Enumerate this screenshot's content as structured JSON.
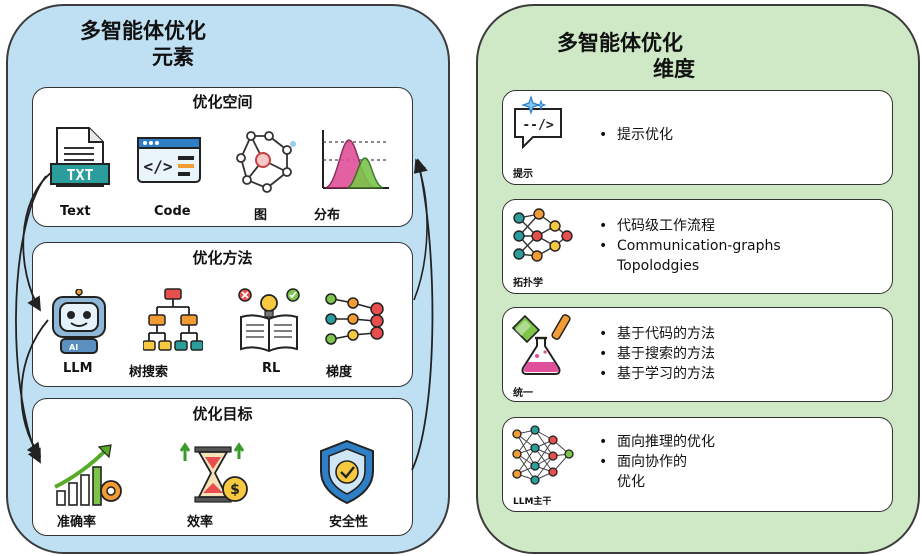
{
  "left_panel": {
    "title_line1": "多智能体优化",
    "title_line2": "元素",
    "sections": [
      {
        "title": "优化空间",
        "items": [
          "Text",
          "Code",
          "图",
          "分布"
        ]
      },
      {
        "title": "优化方法",
        "items": [
          "LLM",
          "树搜索",
          "RL",
          "梯度"
        ]
      },
      {
        "title": "优化目标",
        "items": [
          "准确率",
          "效率",
          "安全性"
        ]
      }
    ]
  },
  "right_panel": {
    "title_line1": "多智能体优化",
    "title_line2": "维度",
    "dimensions": [
      {
        "label": "提示",
        "icon": "prompt-icon",
        "bullets": [
          "提示优化"
        ]
      },
      {
        "label": "拓扑学",
        "icon": "network-topology-icon",
        "bullets": [
          "代码级工作流程",
          "Communication-graphs"
        ],
        "continuation": "Topolodgies"
      },
      {
        "label": "统一",
        "icon": "lab-flask-icon",
        "bullets": [
          "基于代码的方法",
          "基于搜索的方法",
          "基于学习的方法"
        ]
      },
      {
        "label": "LLM主干",
        "icon": "neural-network-icon",
        "bullets": [
          "面向推理的优化",
          "面向协作的"
        ],
        "continuation": "优化"
      }
    ]
  },
  "icons": {
    "txt_badge": "TXT",
    "llm_badge": "AI",
    "code_glyph": "</>"
  },
  "colors": {
    "left_bg": "#bfe0f3",
    "right_bg": "#cfe9c6",
    "teal": "#2a9d9c",
    "orange": "#f39c34",
    "pink": "#e0509a",
    "green": "#7cc44a",
    "yellow": "#f7c940",
    "blue": "#2f7fc6"
  }
}
